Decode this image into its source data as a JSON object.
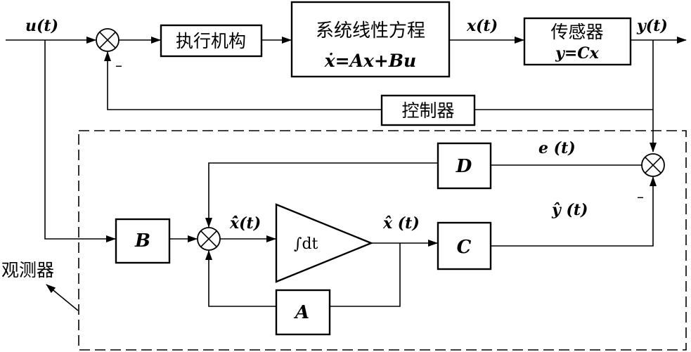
{
  "signals": {
    "u_t": "u(t)",
    "x_t": "x(t)",
    "y_t": "y(t)",
    "e_t": "e (t)",
    "y_hat_t": "ŷ (t)",
    "x_hat_dot_t": "x̂̇(t)",
    "x_hat_t": "x̂ (t)",
    "minus": "–"
  },
  "blocks": {
    "actuator": "执行机构",
    "system_title": "系统线性方程",
    "system_equation": "ẋ=Ax+Bu",
    "sensor_title": "传感器",
    "sensor_equation": "y=Cx",
    "controller": "控制器",
    "D": "D",
    "B": "B",
    "C": "C",
    "A": "A",
    "integrator": "∫dt"
  },
  "observer_label": "观测器"
}
